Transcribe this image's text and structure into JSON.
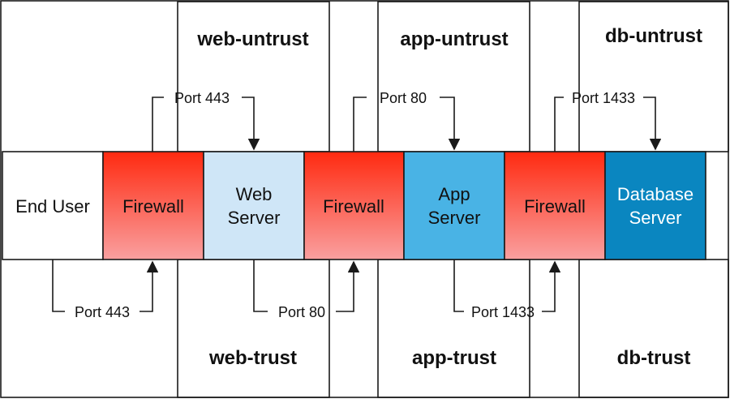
{
  "colors": {
    "end_user": "#ffffff",
    "firewall_top": "#ff2a10",
    "firewall_bottom": "#f9a0a0",
    "web_server": "#cfe6f7",
    "app_server": "#49b3e5",
    "db_server": "#0a86c0",
    "line": "#1a1a1a"
  },
  "zones": {
    "web_untrust": "web-untrust",
    "app_untrust": "app-untrust",
    "db_untrust": "db-untrust",
    "web_trust": "web-trust",
    "app_trust": "app-trust",
    "db_trust": "db-trust"
  },
  "boxes": {
    "end_user": [
      "End User"
    ],
    "firewall_1": [
      "Firewall"
    ],
    "web_server": [
      "Web",
      "Server"
    ],
    "firewall_2": [
      "Firewall"
    ],
    "app_server": [
      "App",
      "Server"
    ],
    "firewall_3": [
      "Firewall"
    ],
    "db_server": [
      "Database",
      "Server"
    ]
  },
  "ports": {
    "top_web": "Port 443",
    "top_app": "Port 80",
    "top_db": "Port 1433",
    "bottom_web": "Port 443",
    "bottom_app": "Port 80",
    "bottom_db": "Port 1433"
  }
}
